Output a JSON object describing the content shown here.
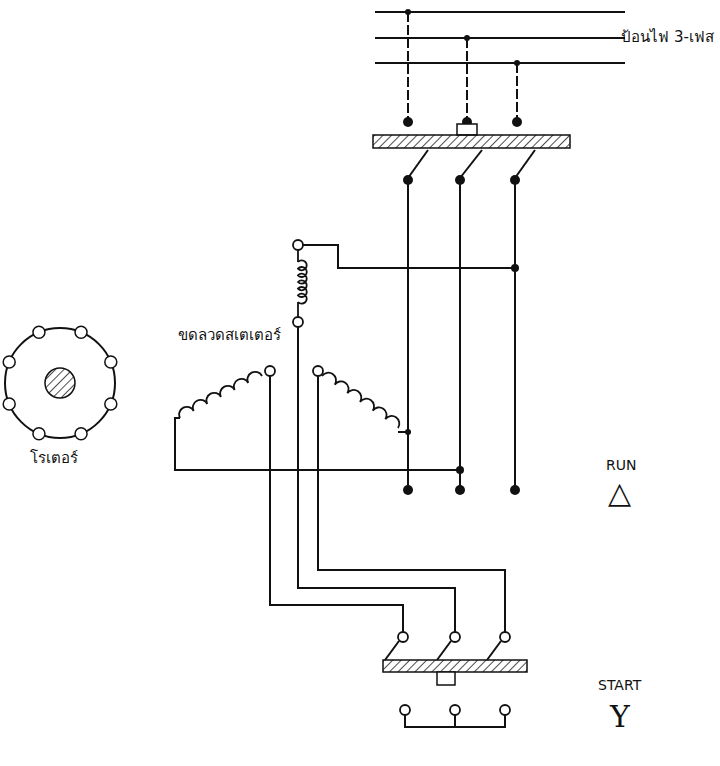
{
  "diagram": {
    "labels": [
      "ป้อนไฟ 3-เฟส",
      "ขดลวดสเตเตอร์",
      "โรเตอร์",
      "RUN",
      "△",
      "START",
      "Y"
    ]
  }
}
